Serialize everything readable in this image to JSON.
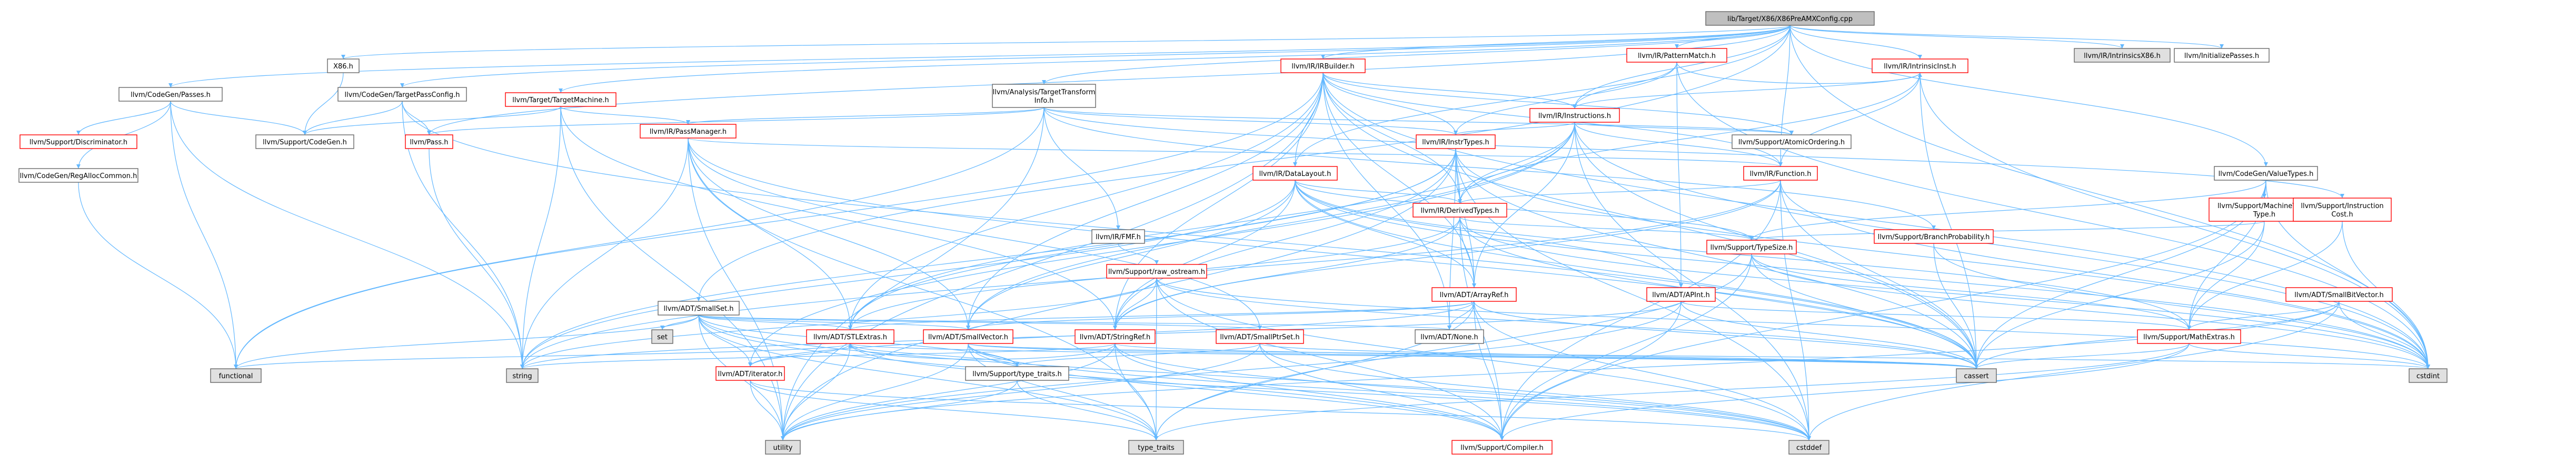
{
  "colors": {
    "root_fill": "#bfbfbf",
    "normal_fill": "#ffffff",
    "normal_stroke": "#666666",
    "red_stroke": "#ff0000",
    "gray_fill": "#e0e0e0",
    "edge": "#63b8ff"
  },
  "nodes": [
    {
      "id": "root",
      "label": "lib/Target/X86/X86PreAMXConfig.cpp",
      "kind": "root"
    },
    {
      "id": "x86h",
      "label": "X86.h",
      "kind": "normal"
    },
    {
      "id": "codegenpasses",
      "label": "llvm/CodeGen/Passes.h",
      "kind": "normal"
    },
    {
      "id": "codegentpc",
      "label": "llvm/CodeGen/TargetPassConfig.h",
      "kind": "normal"
    },
    {
      "id": "tti",
      "label": "llvm/Analysis/TargetTransform\nInfo.h",
      "kind": "normal"
    },
    {
      "id": "patternmatch",
      "label": "llvm/IR/PatternMatch.h",
      "kind": "red"
    },
    {
      "id": "irbuilder",
      "label": "llvm/IR/IRBuilder.h",
      "kind": "red"
    },
    {
      "id": "intrinsicinst",
      "label": "llvm/IR/IntrinsicInst.h",
      "kind": "red"
    },
    {
      "id": "intrinsicsx86",
      "label": "llvm/IR/IntrinsicsX86.h",
      "kind": "gray"
    },
    {
      "id": "initpasses",
      "label": "llvm/InitializePasses.h",
      "kind": "normal"
    },
    {
      "id": "targetmachine",
      "label": "llvm/Target/TargetMachine.h",
      "kind": "red"
    },
    {
      "id": "supportcodegen",
      "label": "llvm/Support/CodeGen.h",
      "kind": "normal"
    },
    {
      "id": "discriminator",
      "label": "llvm/Support/Discriminator.h",
      "kind": "red"
    },
    {
      "id": "regalloccommon",
      "label": "llvm/CodeGen/RegAllocCommon.h",
      "kind": "normal"
    },
    {
      "id": "passh",
      "label": "llvm/Pass.h",
      "kind": "red"
    },
    {
      "id": "passmanager",
      "label": "llvm/IR/PassManager.h",
      "kind": "red"
    },
    {
      "id": "instructions",
      "label": "llvm/IR/Instructions.h",
      "kind": "red"
    },
    {
      "id": "insttypes",
      "label": "llvm/IR/InstrTypes.h",
      "kind": "red"
    },
    {
      "id": "atomicordering",
      "label": "llvm/Support/AtomicOrdering.h",
      "kind": "normal"
    },
    {
      "id": "datalayout",
      "label": "llvm/IR/DataLayout.h",
      "kind": "red"
    },
    {
      "id": "functionh",
      "label": "llvm/IR/Function.h",
      "kind": "red"
    },
    {
      "id": "codegenvaluetypes",
      "label": "llvm/CodeGen/ValueTypes.h",
      "kind": "normal"
    },
    {
      "id": "derivedtypes",
      "label": "llvm/IR/DerivedTypes.h",
      "kind": "red"
    },
    {
      "id": "machinevaluetype",
      "label": "llvm/Support/MachineValue\nType.h",
      "kind": "red"
    },
    {
      "id": "instructioncost",
      "label": "llvm/Support/Instruction\nCost.h",
      "kind": "red"
    },
    {
      "id": "irfmf",
      "label": "llvm/IR/FMF.h",
      "kind": "normal"
    },
    {
      "id": "branchprob",
      "label": "llvm/Support/BranchProbability.h",
      "kind": "red"
    },
    {
      "id": "typesize",
      "label": "llvm/Support/TypeSize.h",
      "kind": "red"
    },
    {
      "id": "rawostream",
      "label": "llvm/Support/raw_ostream.h",
      "kind": "red"
    },
    {
      "id": "smallset",
      "label": "llvm/ADT/SmallSet.h",
      "kind": "normal"
    },
    {
      "id": "arrayref",
      "label": "llvm/ADT/ArrayRef.h",
      "kind": "red"
    },
    {
      "id": "apint",
      "label": "llvm/ADT/APInt.h",
      "kind": "red"
    },
    {
      "id": "smallbitvector",
      "label": "llvm/ADT/SmallBitVector.h",
      "kind": "red"
    },
    {
      "id": "stlextras",
      "label": "llvm/ADT/STLExtras.h",
      "kind": "red"
    },
    {
      "id": "smallvector",
      "label": "llvm/ADT/SmallVector.h",
      "kind": "red"
    },
    {
      "id": "stringref",
      "label": "llvm/ADT/StringRef.h",
      "kind": "red"
    },
    {
      "id": "smallptrset",
      "label": "llvm/ADT/SmallPtrSet.h",
      "kind": "red"
    },
    {
      "id": "adtnone",
      "label": "llvm/ADT/None.h",
      "kind": "normal"
    },
    {
      "id": "mathextras",
      "label": "llvm/Support/MathExtras.h",
      "kind": "red"
    },
    {
      "id": "iterator",
      "label": "llvm/ADT/iterator.h",
      "kind": "red"
    },
    {
      "id": "typetraits",
      "label": "llvm/Support/type_traits.h",
      "kind": "normal"
    },
    {
      "id": "compiler",
      "label": "llvm/Support/Compiler.h",
      "kind": "red"
    },
    {
      "id": "set",
      "label": "set",
      "kind": "gray"
    },
    {
      "id": "functional",
      "label": "functional",
      "kind": "gray"
    },
    {
      "id": "string",
      "label": "string",
      "kind": "gray"
    },
    {
      "id": "utility",
      "label": "utility",
      "kind": "gray"
    },
    {
      "id": "typetraitsstd",
      "label": "type_traits",
      "kind": "gray"
    },
    {
      "id": "cstddef",
      "label": "cstddef",
      "kind": "gray"
    },
    {
      "id": "cassert",
      "label": "cassert",
      "kind": "gray"
    },
    {
      "id": "cstdint",
      "label": "cstdint",
      "kind": "gray"
    }
  ],
  "edges": [
    [
      "root",
      "x86h"
    ],
    [
      "root",
      "codegenpasses"
    ],
    [
      "root",
      "codegentpc"
    ],
    [
      "root",
      "tti"
    ],
    [
      "root",
      "patternmatch"
    ],
    [
      "root",
      "irbuilder"
    ],
    [
      "root",
      "intrinsicinst"
    ],
    [
      "root",
      "intrinsicsx86"
    ],
    [
      "root",
      "initpasses"
    ],
    [
      "root",
      "targetmachine"
    ],
    [
      "root",
      "passh"
    ],
    [
      "root",
      "datalayout"
    ],
    [
      "root",
      "instructions"
    ],
    [
      "root",
      "functionh"
    ],
    [
      "root",
      "codegenvaluetypes"
    ],
    [
      "root",
      "smallset"
    ],
    [
      "root",
      "cstdint"
    ],
    [
      "x86h",
      "supportcodegen"
    ],
    [
      "codegenpasses",
      "supportcodegen"
    ],
    [
      "codegenpasses",
      "discriminator"
    ],
    [
      "codegenpasses",
      "regalloccommon"
    ],
    [
      "codegenpasses",
      "functional"
    ],
    [
      "codegenpasses",
      "string"
    ],
    [
      "regalloccommon",
      "functional"
    ],
    [
      "codegentpc",
      "passh"
    ],
    [
      "codegentpc",
      "supportcodegen"
    ],
    [
      "codegentpc",
      "cassert"
    ],
    [
      "codegentpc",
      "string"
    ],
    [
      "tti",
      "passmanager"
    ],
    [
      "tti",
      "insttypes"
    ],
    [
      "tti",
      "irfmf"
    ],
    [
      "tti",
      "passh"
    ],
    [
      "tti",
      "atomicordering"
    ],
    [
      "tti",
      "branchprob"
    ],
    [
      "tti",
      "instructioncost"
    ],
    [
      "tti",
      "functional"
    ],
    [
      "tti",
      "utility"
    ],
    [
      "patternmatch",
      "apint"
    ],
    [
      "patternmatch",
      "instructions"
    ],
    [
      "patternmatch",
      "intrinsicinst"
    ],
    [
      "patternmatch",
      "insttypes"
    ],
    [
      "patternmatch",
      "cstdint"
    ],
    [
      "irbuilder",
      "arrayref"
    ],
    [
      "irbuilder",
      "stringref"
    ],
    [
      "irbuilder",
      "datalayout"
    ],
    [
      "irbuilder",
      "derivedtypes"
    ],
    [
      "irbuilder",
      "functionh"
    ],
    [
      "irbuilder",
      "instructions"
    ],
    [
      "irbuilder",
      "insttypes"
    ],
    [
      "irbuilder",
      "atomicordering"
    ],
    [
      "irbuilder",
      "smallvector"
    ],
    [
      "irbuilder",
      "adtnone"
    ],
    [
      "irbuilder",
      "cassert"
    ],
    [
      "irbuilder",
      "cstdint"
    ],
    [
      "irbuilder",
      "functional"
    ],
    [
      "irbuilder",
      "utility"
    ],
    [
      "irbuilder",
      "stlextras"
    ],
    [
      "intrinsicinst",
      "derivedtypes"
    ],
    [
      "intrinsicinst",
      "functionh"
    ],
    [
      "intrinsicinst",
      "instructions"
    ],
    [
      "intrinsicinst",
      "cassert"
    ],
    [
      "intrinsicinst",
      "cstdint"
    ],
    [
      "targetmachine",
      "passmanager"
    ],
    [
      "targetmachine",
      "supportcodegen"
    ],
    [
      "targetmachine",
      "string"
    ],
    [
      "targetmachine",
      "utility"
    ],
    [
      "targetmachine",
      "stringref"
    ],
    [
      "passh",
      "string"
    ],
    [
      "passmanager",
      "stlextras"
    ],
    [
      "passmanager",
      "smallptrset"
    ],
    [
      "passmanager",
      "smallvector"
    ],
    [
      "passmanager",
      "functionh"
    ],
    [
      "passmanager",
      "typename"
    ],
    [
      "passmanager",
      "cassert"
    ],
    [
      "passmanager",
      "cstring"
    ],
    [
      "passmanager",
      "string"
    ],
    [
      "passmanager",
      "typetraitsstd"
    ],
    [
      "passmanager",
      "utility"
    ],
    [
      "passmanager",
      "tinyptr"
    ],
    [
      "instructions",
      "arrayref"
    ],
    [
      "instructions",
      "stlextras"
    ],
    [
      "instructions",
      "smallvector"
    ],
    [
      "instructions",
      "insttypes"
    ],
    [
      "instructions",
      "derivedtypes"
    ],
    [
      "instructions",
      "atomicordering"
    ],
    [
      "instructions",
      "cassert"
    ],
    [
      "instructions",
      "cstddef"
    ],
    [
      "instructions",
      "cstdint"
    ],
    [
      "instructions",
      "iterator"
    ],
    [
      "instructions",
      "functionh"
    ],
    [
      "insttypes",
      "arrayref"
    ],
    [
      "insttypes",
      "stlextras"
    ],
    [
      "insttypes",
      "stringref"
    ],
    [
      "insttypes",
      "derivedtypes"
    ],
    [
      "insttypes",
      "adtnone"
    ],
    [
      "insttypes",
      "cassert"
    ],
    [
      "insttypes",
      "cstddef"
    ],
    [
      "insttypes",
      "cstdint"
    ],
    [
      "insttypes",
      "string"
    ],
    [
      "insttypes",
      "utility"
    ],
    [
      "datalayout",
      "apint"
    ],
    [
      "datalayout",
      "arrayref"
    ],
    [
      "datalayout",
      "stringref"
    ],
    [
      "datalayout",
      "derivedtypes"
    ],
    [
      "datalayout",
      "typesize"
    ],
    [
      "datalayout",
      "mathextras"
    ],
    [
      "datalayout",
      "smallvector"
    ],
    [
      "datalayout",
      "cassert"
    ],
    [
      "datalayout",
      "cstdint"
    ],
    [
      "datalayout",
      "string"
    ],
    [
      "functionh",
      "derivedtypes"
    ],
    [
      "functionh",
      "stringref"
    ],
    [
      "functionh",
      "cassert"
    ],
    [
      "functionh",
      "cstddef"
    ],
    [
      "functionh",
      "cstdint"
    ],
    [
      "functionh",
      "string"
    ],
    [
      "functionh",
      "compiler"
    ],
    [
      "codegenvaluetypes",
      "machinevaluetype"
    ],
    [
      "codegenvaluetypes",
      "compiler"
    ],
    [
      "codegenvaluetypes",
      "mathextras"
    ],
    [
      "codegenvaluetypes",
      "typesize"
    ],
    [
      "codegenvaluetypes",
      "cassert"
    ],
    [
      "codegenvaluetypes",
      "cstdint"
    ],
    [
      "derivedtypes",
      "arrayref"
    ],
    [
      "derivedtypes",
      "stringref"
    ],
    [
      "derivedtypes",
      "typesize"
    ],
    [
      "derivedtypes",
      "compiler"
    ],
    [
      "derivedtypes",
      "cassert"
    ],
    [
      "derivedtypes",
      "cstdint"
    ],
    [
      "derivedtypes",
      "stlextras"
    ],
    [
      "machinevaluetype",
      "typesize"
    ],
    [
      "machinevaluetype",
      "mathextras"
    ],
    [
      "machinevaluetype",
      "cassert"
    ],
    [
      "instructioncost",
      "mathextras"
    ],
    [
      "instructioncost",
      "cstdint"
    ],
    [
      "irfmf",
      "rawostream"
    ],
    [
      "branchprob",
      "cassert"
    ],
    [
      "branchprob",
      "cstdint"
    ],
    [
      "typesize",
      "mathextras"
    ],
    [
      "typesize",
      "compiler"
    ],
    [
      "typesize",
      "cassert"
    ],
    [
      "typesize",
      "cstdint"
    ],
    [
      "typesize",
      "typetraitsstd"
    ],
    [
      "rawostream",
      "stringref"
    ],
    [
      "rawostream",
      "compiler"
    ],
    [
      "rawostream",
      "cassert"
    ],
    [
      "rawostream",
      "cstddef"
    ],
    [
      "rawostream",
      "cstdint"
    ],
    [
      "rawostream",
      "string"
    ],
    [
      "rawostream",
      "typetraitsstd"
    ],
    [
      "smallset",
      "adtnone"
    ],
    [
      "smallset",
      "smallptrset"
    ],
    [
      "smallset",
      "smallvector"
    ],
    [
      "smallset",
      "iterator"
    ],
    [
      "smallset",
      "compiler"
    ],
    [
      "smallset",
      "typetraits"
    ],
    [
      "smallset",
      "cstddef"
    ],
    [
      "smallset",
      "functional"
    ],
    [
      "smallset",
      "set"
    ],
    [
      "smallset",
      "typetraitsstd"
    ],
    [
      "smallset",
      "utility"
    ],
    [
      "smallset",
      "stlextras"
    ],
    [
      "arrayref",
      "adtnone"
    ],
    [
      "arrayref",
      "smallvector"
    ],
    [
      "arrayref",
      "stlextras"
    ],
    [
      "arrayref",
      "compiler"
    ],
    [
      "arrayref",
      "cassert"
    ],
    [
      "arrayref",
      "cstddef"
    ],
    [
      "arrayref",
      "iterator"
    ],
    [
      "arrayref",
      "typetraitsstd"
    ],
    [
      "apint",
      "compiler"
    ],
    [
      "apint",
      "mathextras"
    ],
    [
      "apint",
      "cassert"
    ],
    [
      "apint",
      "string"
    ],
    [
      "apint",
      "utility"
    ],
    [
      "smallbitvector",
      "mathextras"
    ],
    [
      "smallbitvector",
      "cassert"
    ],
    [
      "smallbitvector",
      "cstddef"
    ],
    [
      "smallbitvector",
      "cstdint"
    ],
    [
      "smallbitvector",
      "utility"
    ],
    [
      "stlextras",
      "iterator"
    ],
    [
      "stlextras",
      "typetraits"
    ],
    [
      "stlextras",
      "functional"
    ],
    [
      "stlextras",
      "cassert"
    ],
    [
      "stlextras",
      "utility"
    ],
    [
      "stlextras",
      "cstddef"
    ],
    [
      "smallvector",
      "compiler"
    ],
    [
      "smallvector",
      "typetraits"
    ],
    [
      "smallvector",
      "cassert"
    ],
    [
      "smallvector",
      "cstddef"
    ],
    [
      "smallvector",
      "cstdint"
    ],
    [
      "smallvector",
      "utility"
    ],
    [
      "smallvector",
      "typetraitsstd"
    ],
    [
      "stringref",
      "stlextras"
    ],
    [
      "stringref",
      "compiler"
    ],
    [
      "stringref",
      "cassert"
    ],
    [
      "stringref",
      "cstddef"
    ],
    [
      "stringref",
      "string"
    ],
    [
      "stringref",
      "typetraitsstd"
    ],
    [
      "stringref",
      "utility"
    ],
    [
      "smallptrset",
      "compiler"
    ],
    [
      "smallptrset",
      "typetraits"
    ],
    [
      "smallptrset",
      "cassert"
    ],
    [
      "smallptrset",
      "cstddef"
    ],
    [
      "smallptrset",
      "utility"
    ],
    [
      "mathextras",
      "compiler"
    ],
    [
      "mathextras",
      "cassert"
    ],
    [
      "mathextras",
      "cstdint"
    ],
    [
      "mathextras",
      "typetraitsstd"
    ],
    [
      "iterator",
      "cstddef"
    ],
    [
      "iterator",
      "typetraitsstd"
    ],
    [
      "iterator",
      "utility"
    ],
    [
      "typetraits",
      "typetraitsstd"
    ],
    [
      "typetraits",
      "utility"
    ]
  ]
}
